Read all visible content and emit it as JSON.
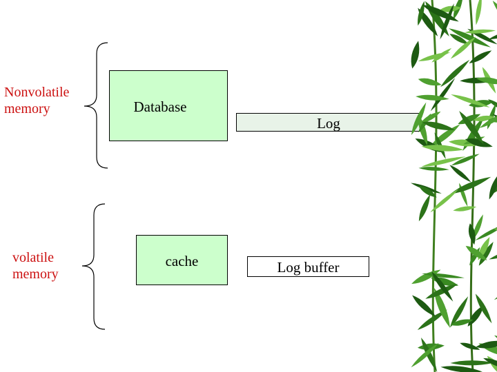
{
  "labels": {
    "nonvolatile_line1": "Nonvolatile",
    "nonvolatile_line2": "memory",
    "volatile_line1": "volatile",
    "volatile_line2": "memory"
  },
  "boxes": {
    "database": "Database",
    "log": "Log",
    "cache": "cache",
    "log_buffer": "Log buffer"
  },
  "colors": {
    "label_text": "#cc1111",
    "box_fill": "#ccffcc",
    "log_fill": "#e8f3e8",
    "log_buffer_fill": "#ffffff",
    "bamboo_dark": "#1d5a12",
    "bamboo_mid": "#3a8a22",
    "bamboo_light": "#78c24a"
  },
  "decoration": "bamboo-leaves"
}
